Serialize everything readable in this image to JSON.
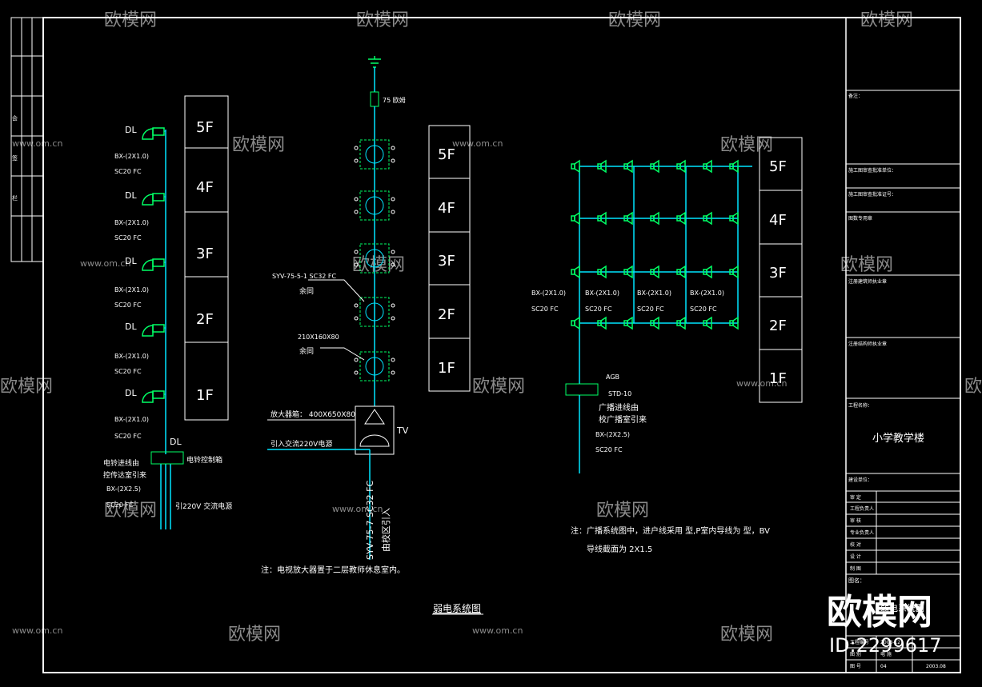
{
  "colors": {
    "background": "#000000",
    "frame": "#ffffff",
    "wire": "#00e5ff",
    "device": "#00ff66",
    "text": "#ffffff",
    "watermark": "#8a8a8a"
  },
  "floors": [
    "5F",
    "4F",
    "3F",
    "2F",
    "1F"
  ],
  "bell_system": {
    "device_label": "DL",
    "segment_cable": "BX-(2X1.0)",
    "segment_conduit": "SC20 FC",
    "control_box_label": "DL",
    "control_box_name": "电铃控制箱",
    "feed_note_1": "电铃进线由",
    "feed_note_2": "控传达室引来",
    "feed_cable": "BX-(2X2.5)",
    "feed_conduit": "SC20 FC",
    "power_note": "引220V    交流电源"
  },
  "tv_system": {
    "terminator_label": "75 欧姆",
    "riser_cable": "SYV-75-5-1 SC32 FC",
    "riser_note": "余同",
    "box_size": "210X160X80",
    "box_note": "余同",
    "amplifier_box": "放大器箱：  400X650X80",
    "power_in": "引入交流220V电源",
    "tv_label": "TV",
    "incoming_cable": "SYV-75-7 SC32 FC",
    "incoming_note": "由校区引入",
    "note": "注：电视放大器置于二层教师休息室内。"
  },
  "broadcast_system": {
    "branch_cables": [
      "BX-(2X1.0)",
      "BX-(2X1.0)",
      "BX-(2X1.0)",
      "BX-(2X1.0)"
    ],
    "branch_conduits": [
      "SC20 FC",
      "SC20 FC",
      "SC20 FC",
      "SC20 FC"
    ],
    "box_label": "AGB",
    "box_model": "STD-10",
    "feed_note_1": "广播进线由",
    "feed_note_2": "校广播室引来",
    "feed_cable": "BX-(2X2.5)",
    "feed_conduit": "SC20 FC",
    "note_1": "注：广播系统图中，进户线采用   型,P室内导线为   型，BV",
    "note_2": "导线截面为   2X1.5"
  },
  "drawing_title": "弱电系统图",
  "title_block": {
    "remarks": "备注：",
    "row_1": "施工图审查批准单位：",
    "row_2": "施工图审查批准证号：",
    "row_3": "图数专用章",
    "row_4": "注册建筑师执业章",
    "row_5": "注册结构师执业章",
    "project_label": "工程名称：",
    "project_name": "小学教学楼",
    "unit_label": "建设单位：",
    "sign_rows": [
      "审    定",
      "工程负责人",
      "审    核",
      "专业负责人",
      "校    对",
      "设    计",
      "制    图"
    ],
    "drawing_name_label": "图名：",
    "drawing_name": "弱电系统图",
    "bottom_labels": [
      "工程编号",
      "图    别",
      "图    号"
    ],
    "bottom_values": [
      "2003-12",
      "电  施",
      "04",
      "2003.08"
    ]
  },
  "left_strip": [
    "会",
    "签",
    "栏"
  ],
  "watermark": {
    "brand": "欧模网",
    "site": "www.om.cn",
    "id": "ID:2299617"
  }
}
